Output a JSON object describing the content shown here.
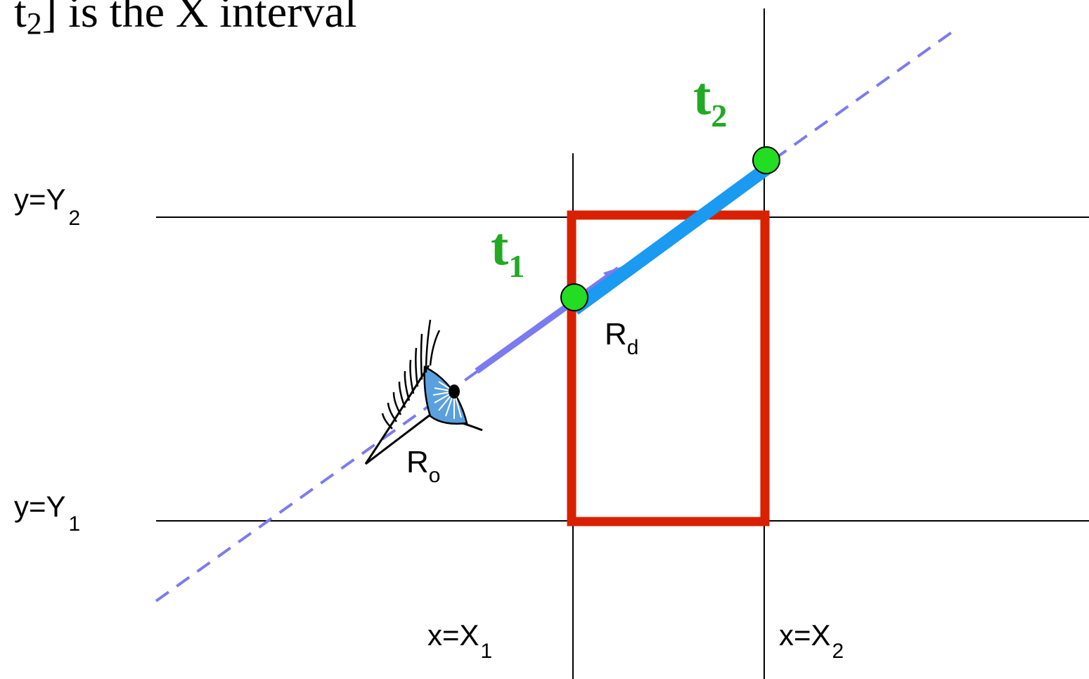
{
  "title": {
    "prefix": "t",
    "sub": "2",
    "rest": "] is the X interval"
  },
  "labels": {
    "y2": {
      "main": "y=Y",
      "sub": "2"
    },
    "y1": {
      "main": "y=Y",
      "sub": "1"
    },
    "x1": {
      "main": "x=X",
      "sub": "1"
    },
    "x2": {
      "main": "x=X",
      "sub": "2"
    },
    "t1": {
      "main": "t",
      "sub": "1"
    },
    "t2": {
      "main": "t",
      "sub": "2"
    },
    "rd": {
      "main": "R",
      "sub": "d"
    },
    "ro": {
      "main": "R",
      "sub": "o"
    }
  },
  "colors": {
    "ray_dashed": "#7b7bf0",
    "ray_direction": "#7b7bf0",
    "interval": "#1a9af0",
    "box": "#d92000",
    "points": "#22dd22",
    "t_labels": "#22aa22",
    "grid_lines": "#000000",
    "eye_iris": "#5aa0de"
  },
  "icons": {
    "eye": "eye-icon"
  }
}
